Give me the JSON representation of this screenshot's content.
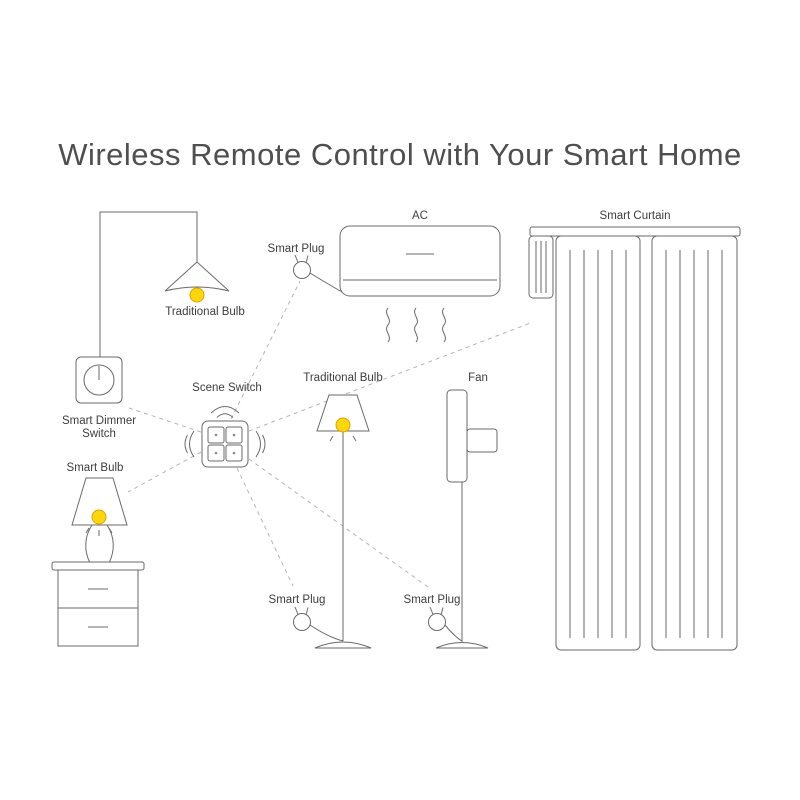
{
  "title": "Wireless Remote Control with Your Smart Home",
  "colors": {
    "bulb_yellow": "#FFD60A",
    "bulb_outline": "#D8A400",
    "outline_gray": "#6a6a6a",
    "dashed_gray": "#b5b5b5",
    "label_text": "#3d3d3d",
    "title_text": "#4f4f4f"
  },
  "devices": {
    "pendant_lamp": {
      "label": "Traditional Bulb"
    },
    "smart_dimmer": {
      "label_line1": "Smart Dimmer",
      "label_line2": "Switch"
    },
    "scene_switch": {
      "label": "Scene Switch"
    },
    "ac": {
      "label": "AC"
    },
    "smart_plug_ac": {
      "label": "Smart Plug"
    },
    "smart_curtain": {
      "label": "Smart Curtain"
    },
    "floor_lamp": {
      "label": "Traditional Bulb"
    },
    "fan": {
      "label": "Fan"
    },
    "table_lamp": {
      "label": "Smart Bulb"
    },
    "smart_plug_floor_lamp": {
      "label": "Smart Plug"
    },
    "smart_plug_fan": {
      "label": "Smart Plug"
    }
  },
  "connections": [
    {
      "from": "scene_switch",
      "to": "smart_dimmer"
    },
    {
      "from": "scene_switch",
      "to": "table_lamp"
    },
    {
      "from": "scene_switch",
      "to": "smart_plug_ac"
    },
    {
      "from": "scene_switch",
      "to": "smart_curtain"
    },
    {
      "from": "scene_switch",
      "to": "smart_plug_floor_lamp"
    },
    {
      "from": "scene_switch",
      "to": "smart_plug_fan"
    }
  ]
}
